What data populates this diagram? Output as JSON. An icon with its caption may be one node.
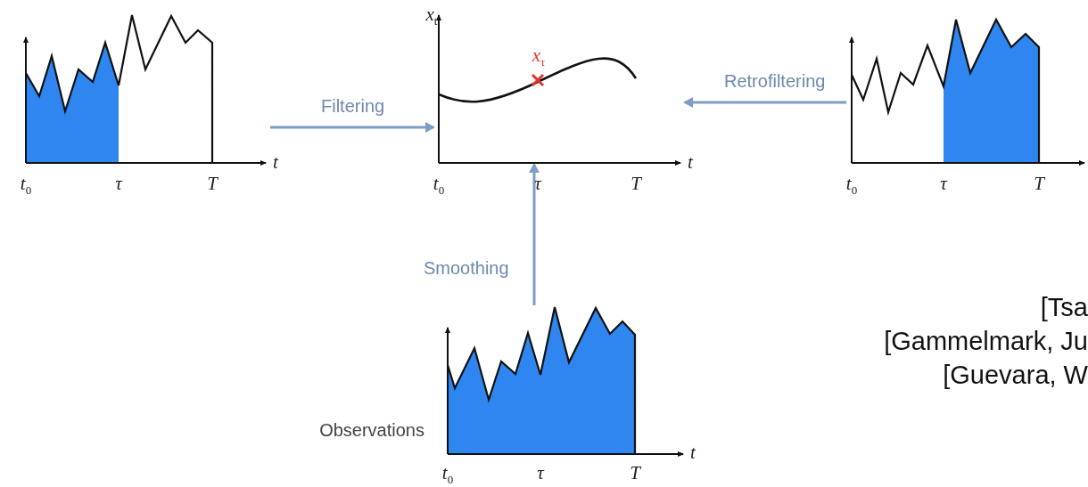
{
  "diagram": {
    "nodes": [
      {
        "text": [],
        "shape": "picture"
      },
      {
        "text": [],
        "shape": "picture"
      },
      {
        "text": [],
        "shape": "picture"
      },
      {
        "text": [],
        "shape": "picture",
        "beside": [
          "Observations"
        ]
      }
    ],
    "edges": [
      {
        "from": 0,
        "to": 1,
        "arrow": "to",
        "label": "Filtering"
      },
      {
        "from": 2,
        "to": 1,
        "arrow": "to",
        "label": "Retrofiltering"
      },
      {
        "from": 3,
        "to": 1,
        "arrow": "to",
        "label": "Smoothing"
      }
    ],
    "labels": [
      "t$_{0}$",
      "τ",
      "T",
      "t",
      "x$_{t}$",
      "x$_{τ}$",
      "t$_{0}$",
      "τ",
      "T",
      "t",
      "t$_{0}$",
      "τ",
      "T",
      "t$_{0}$",
      "τ",
      "T",
      "t",
      "[Tsa",
      "[Gammelmark, Ju",
      "[Guevara, W"
    ]
  }
}
